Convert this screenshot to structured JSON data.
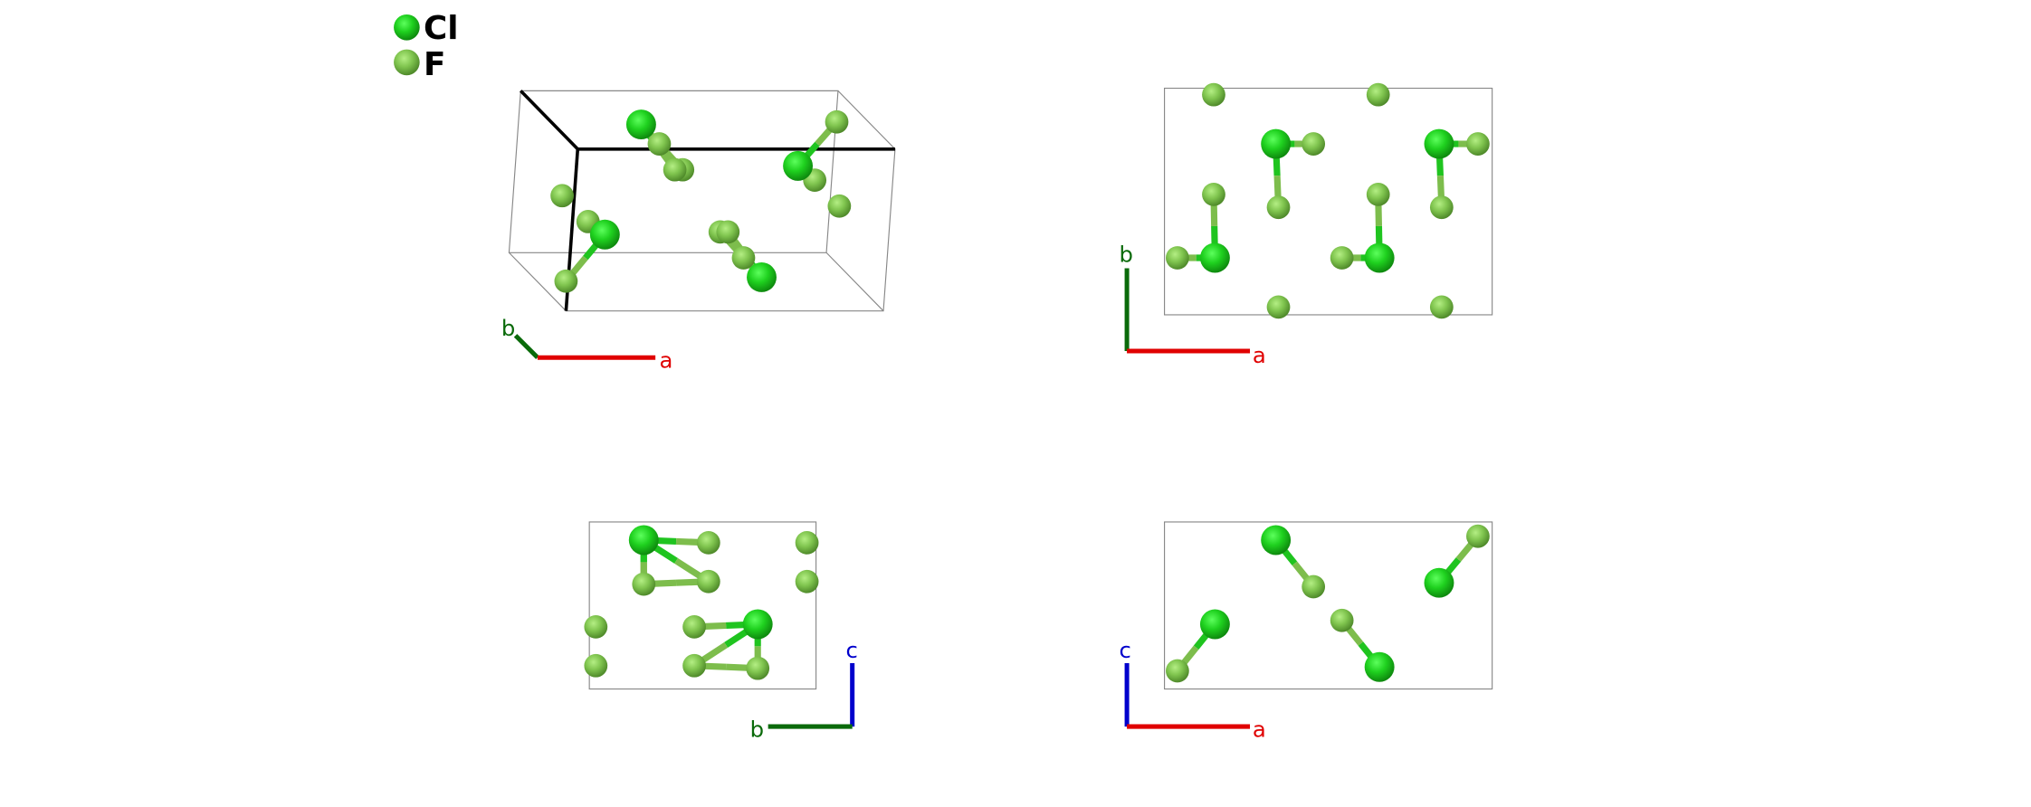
{
  "legend": [
    {
      "element": "Cl",
      "color": "#1fd11f"
    },
    {
      "element": "F",
      "color": "#80c54f"
    }
  ],
  "axis_colors": {
    "a": "#e00000",
    "b": "#0a6a0a",
    "c": "#0000cc"
  },
  "panels": [
    {
      "view": "perspective",
      "axes": [
        "a",
        "b"
      ]
    },
    {
      "view": "c-axis",
      "axes": [
        "a",
        "b"
      ]
    },
    {
      "view": "a-axis",
      "axes": [
        "b",
        "c"
      ]
    },
    {
      "view": "b-axis",
      "axes": [
        "a",
        "c"
      ]
    }
  ]
}
